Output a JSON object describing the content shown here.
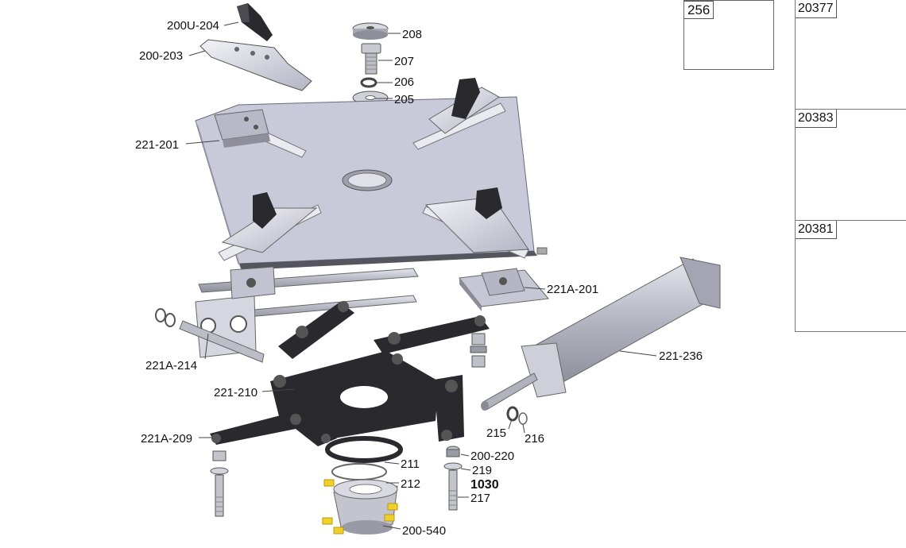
{
  "labels": {
    "l_200u204": "200U-204",
    "l_200203": "200-203",
    "l_208": "208",
    "l_207": "207",
    "l_206": "206",
    "l_205": "205",
    "l_221201": "221-201",
    "l_221a201": "221A-201",
    "l_221a214": "221A-214",
    "l_221236": "221-236",
    "l_221210": "221-210",
    "l_221a209": "221A-209",
    "l_215": "215",
    "l_216": "216",
    "l_211": "211",
    "l_200220": "200-220",
    "l_219": "219",
    "l_1030": "1030",
    "l_212": "212",
    "l_217": "217",
    "l_200540": "200-540"
  },
  "inset": {
    "number": "256"
  },
  "side_panels": [
    {
      "number": "20377"
    },
    {
      "number": "20383"
    },
    {
      "number": "20381"
    }
  ],
  "colors": {
    "plate": "#c8c9d9",
    "plate_edge": "#5a5a66",
    "dark_part": "#2a2a2e",
    "metal": "#b9b9c2",
    "accent_yellow": "#f2d02a"
  }
}
